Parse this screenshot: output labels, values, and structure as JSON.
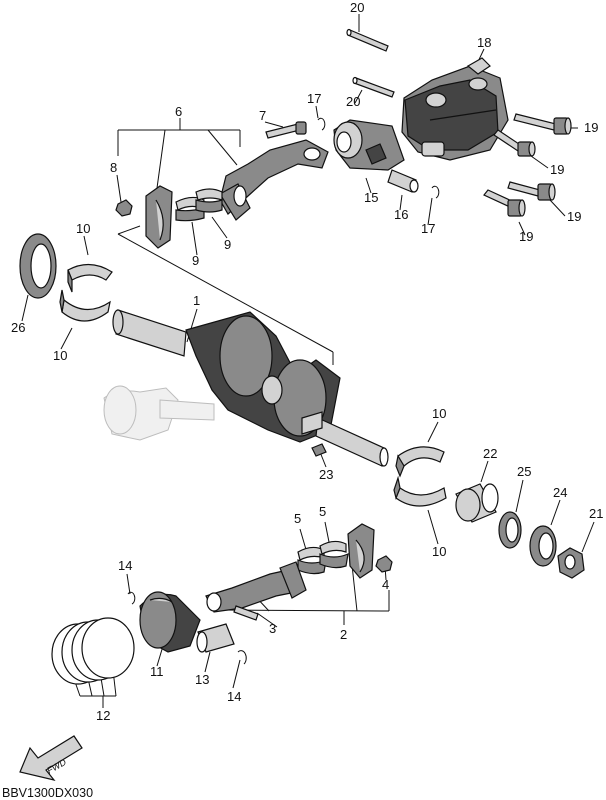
{
  "diagram_code": "BBV1300DX030",
  "direction_label": "FWD",
  "callouts": [
    {
      "id": "c1",
      "label": "1"
    },
    {
      "id": "c2",
      "label": "2"
    },
    {
      "id": "c3",
      "label": "3"
    },
    {
      "id": "c4",
      "label": "4"
    },
    {
      "id": "c5a",
      "label": "5"
    },
    {
      "id": "c5b",
      "label": "5"
    },
    {
      "id": "c6",
      "label": "6"
    },
    {
      "id": "c7",
      "label": "7"
    },
    {
      "id": "c8",
      "label": "8"
    },
    {
      "id": "c9a",
      "label": "9"
    },
    {
      "id": "c9b",
      "label": "9"
    },
    {
      "id": "c10a",
      "label": "10"
    },
    {
      "id": "c10b",
      "label": "10"
    },
    {
      "id": "c10c",
      "label": "10"
    },
    {
      "id": "c10d",
      "label": "10"
    },
    {
      "id": "c11",
      "label": "11"
    },
    {
      "id": "c12",
      "label": "12"
    },
    {
      "id": "c13",
      "label": "13"
    },
    {
      "id": "c14a",
      "label": "14"
    },
    {
      "id": "c14b",
      "label": "14"
    },
    {
      "id": "c15",
      "label": "15"
    },
    {
      "id": "c16",
      "label": "16"
    },
    {
      "id": "c17a",
      "label": "17"
    },
    {
      "id": "c17b",
      "label": "17"
    },
    {
      "id": "c18",
      "label": "18"
    },
    {
      "id": "c19a",
      "label": "19"
    },
    {
      "id": "c19b",
      "label": "19"
    },
    {
      "id": "c19c",
      "label": "19"
    },
    {
      "id": "c19d",
      "label": "19"
    },
    {
      "id": "c20a",
      "label": "20"
    },
    {
      "id": "c20b",
      "label": "20"
    },
    {
      "id": "c21",
      "label": "21"
    },
    {
      "id": "c22",
      "label": "22"
    },
    {
      "id": "c23",
      "label": "23"
    },
    {
      "id": "c24",
      "label": "24"
    },
    {
      "id": "c25",
      "label": "25"
    },
    {
      "id": "c26",
      "label": "26"
    }
  ]
}
